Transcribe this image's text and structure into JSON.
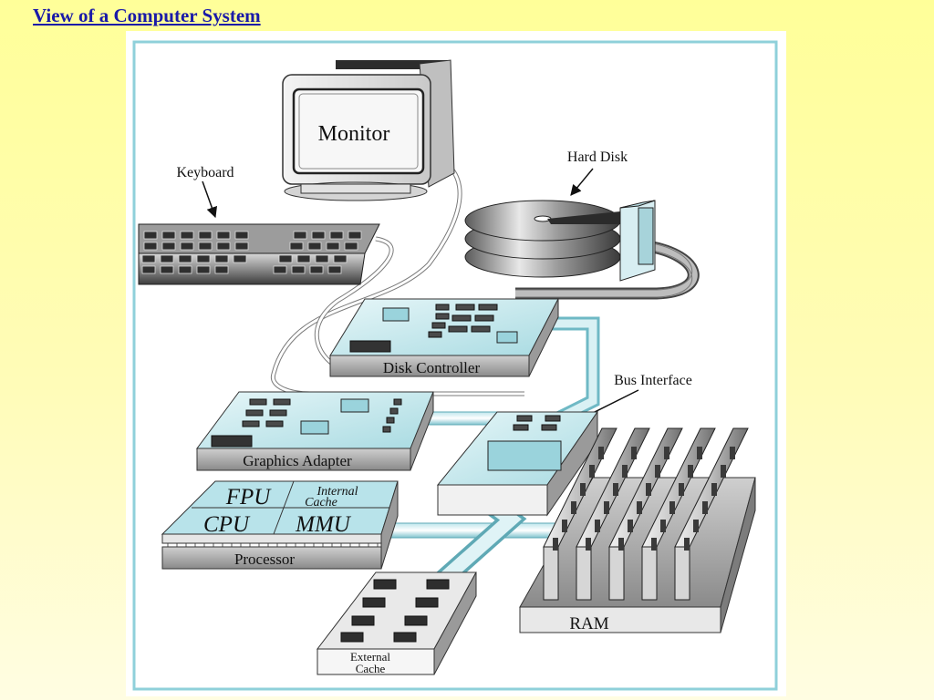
{
  "slide": {
    "title": "View of a Computer System"
  },
  "diagram": {
    "labels": {
      "monitor": "Monitor",
      "keyboard": "Keyboard",
      "hard_disk": "Hard Disk",
      "disk_controller": "Disk Controller",
      "bus_interface": "Bus Interface",
      "graphics_adapter": "Graphics Adapter",
      "fpu": "FPU",
      "internal_cache_line1": "Internal",
      "internal_cache_line2": "Cache",
      "cpu": "CPU",
      "mmu": "MMU",
      "processor": "Processor",
      "ram": "RAM",
      "external_cache_line1": "External",
      "external_cache_line2": "Cache"
    }
  }
}
